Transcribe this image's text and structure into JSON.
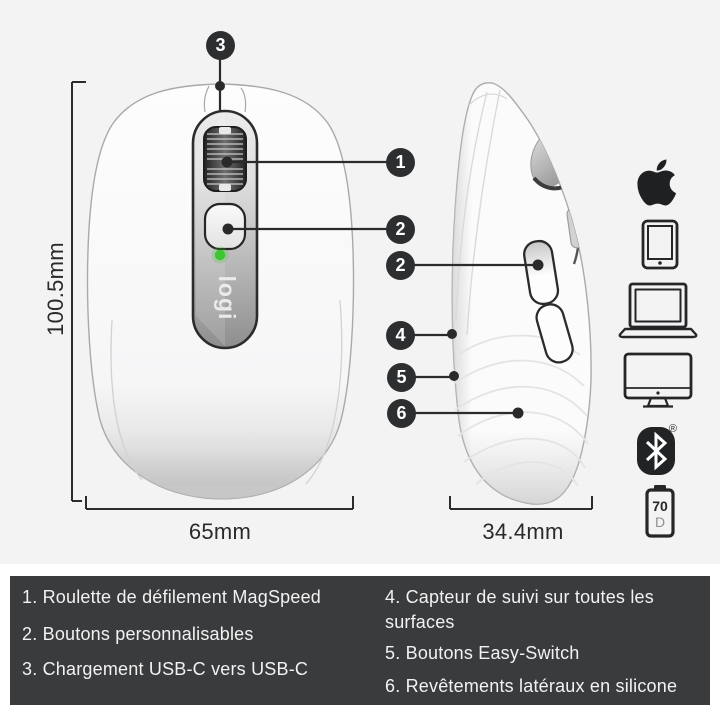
{
  "product": {
    "brand_logo": "logi",
    "views": [
      "top-view",
      "side-view"
    ]
  },
  "colors": {
    "diagram_bg": "#f3f3f4",
    "legend_bg": "#3a3b3d",
    "callout_bg": "#2c2e2f",
    "led_green": "#3bc72f",
    "line_dark": "#2b2b2b",
    "text_light": "#f2f2f2"
  },
  "dimensions": {
    "height_label": "100.5mm",
    "width_label": "65mm",
    "depth_label": "34.4mm"
  },
  "callouts": {
    "c1": "1",
    "c2a": "2",
    "c2b": "2",
    "c3": "3",
    "c4": "4",
    "c5": "5",
    "c6": "6"
  },
  "legend": {
    "items_left": [
      "1. Roulette de défilement MagSpeed",
      "2. Boutons personnalisables",
      "3. Chargement USB-C vers USB-C"
    ],
    "items_right": [
      "4. Capteur de suivi sur toutes les surfaces",
      "5. Boutons Easy-Switch",
      "6. Revêtements latéraux en silicone"
    ]
  },
  "compatibility": {
    "icons": [
      "apple",
      "tablet",
      "laptop",
      "desktop",
      "bluetooth",
      "battery"
    ],
    "bluetooth_registered_mark": "®",
    "battery_days": "70",
    "battery_unit": "D"
  }
}
